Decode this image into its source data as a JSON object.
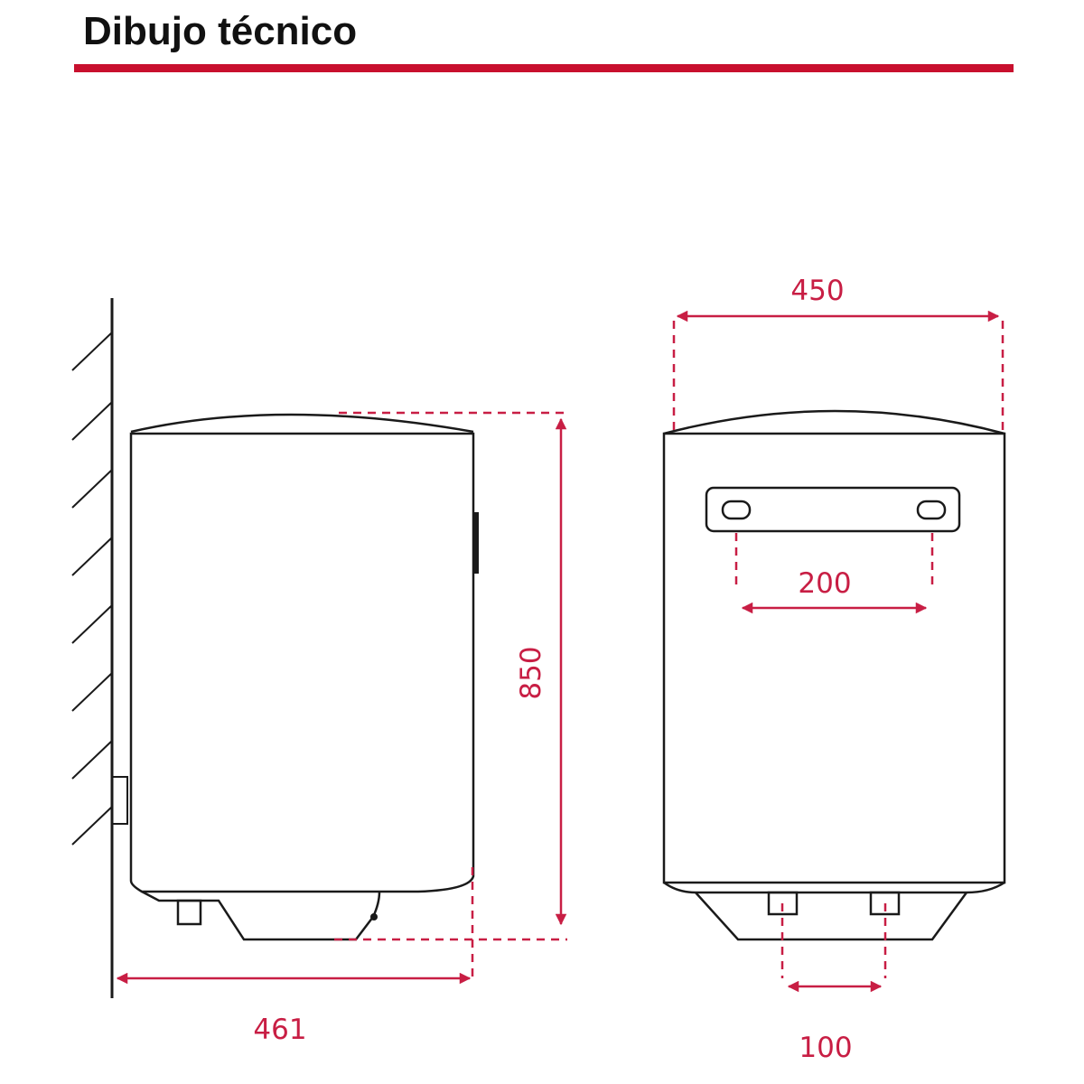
{
  "header": {
    "title": "Dibujo técnico"
  },
  "colors": {
    "accent": "#c8102e",
    "dimension": "#c81e44",
    "line": "#1a1a1a"
  },
  "side_view": {
    "height_label": "850",
    "depth_label": "461"
  },
  "front_view": {
    "width_label": "450",
    "bracket_spacing_label": "200",
    "pipe_spacing_label": "100"
  }
}
